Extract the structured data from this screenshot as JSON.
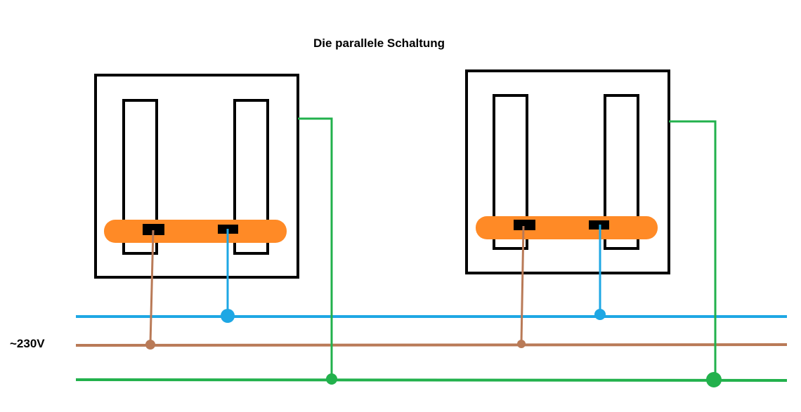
{
  "title": "Die parallele Schaltung",
  "supply_label": "~230V",
  "colors": {
    "neutral_wire": "#1ea7e4",
    "live_wire": "#b97a57",
    "earth_wire": "#22b14c",
    "terminal_bar": "#ff8a26",
    "terminal": "#000000",
    "outline": "#000000"
  },
  "sockets": [
    {
      "name": "socket-1"
    },
    {
      "name": "socket-2"
    }
  ]
}
